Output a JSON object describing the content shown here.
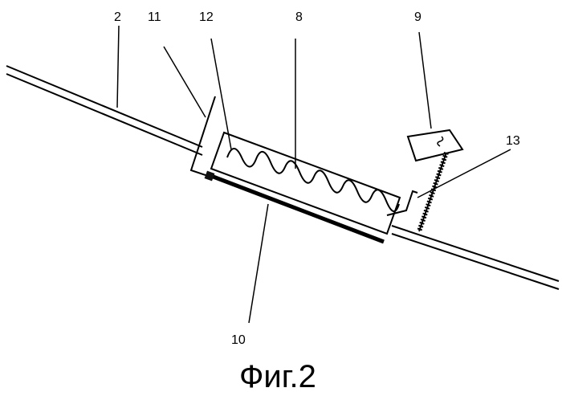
{
  "labels": {
    "rod": "2",
    "housing": "8",
    "connector": "9",
    "base_strip": "10",
    "bracket_left": "11",
    "heating_coil": "12",
    "bracket_right": "13"
  },
  "caption": "Фиг.2"
}
